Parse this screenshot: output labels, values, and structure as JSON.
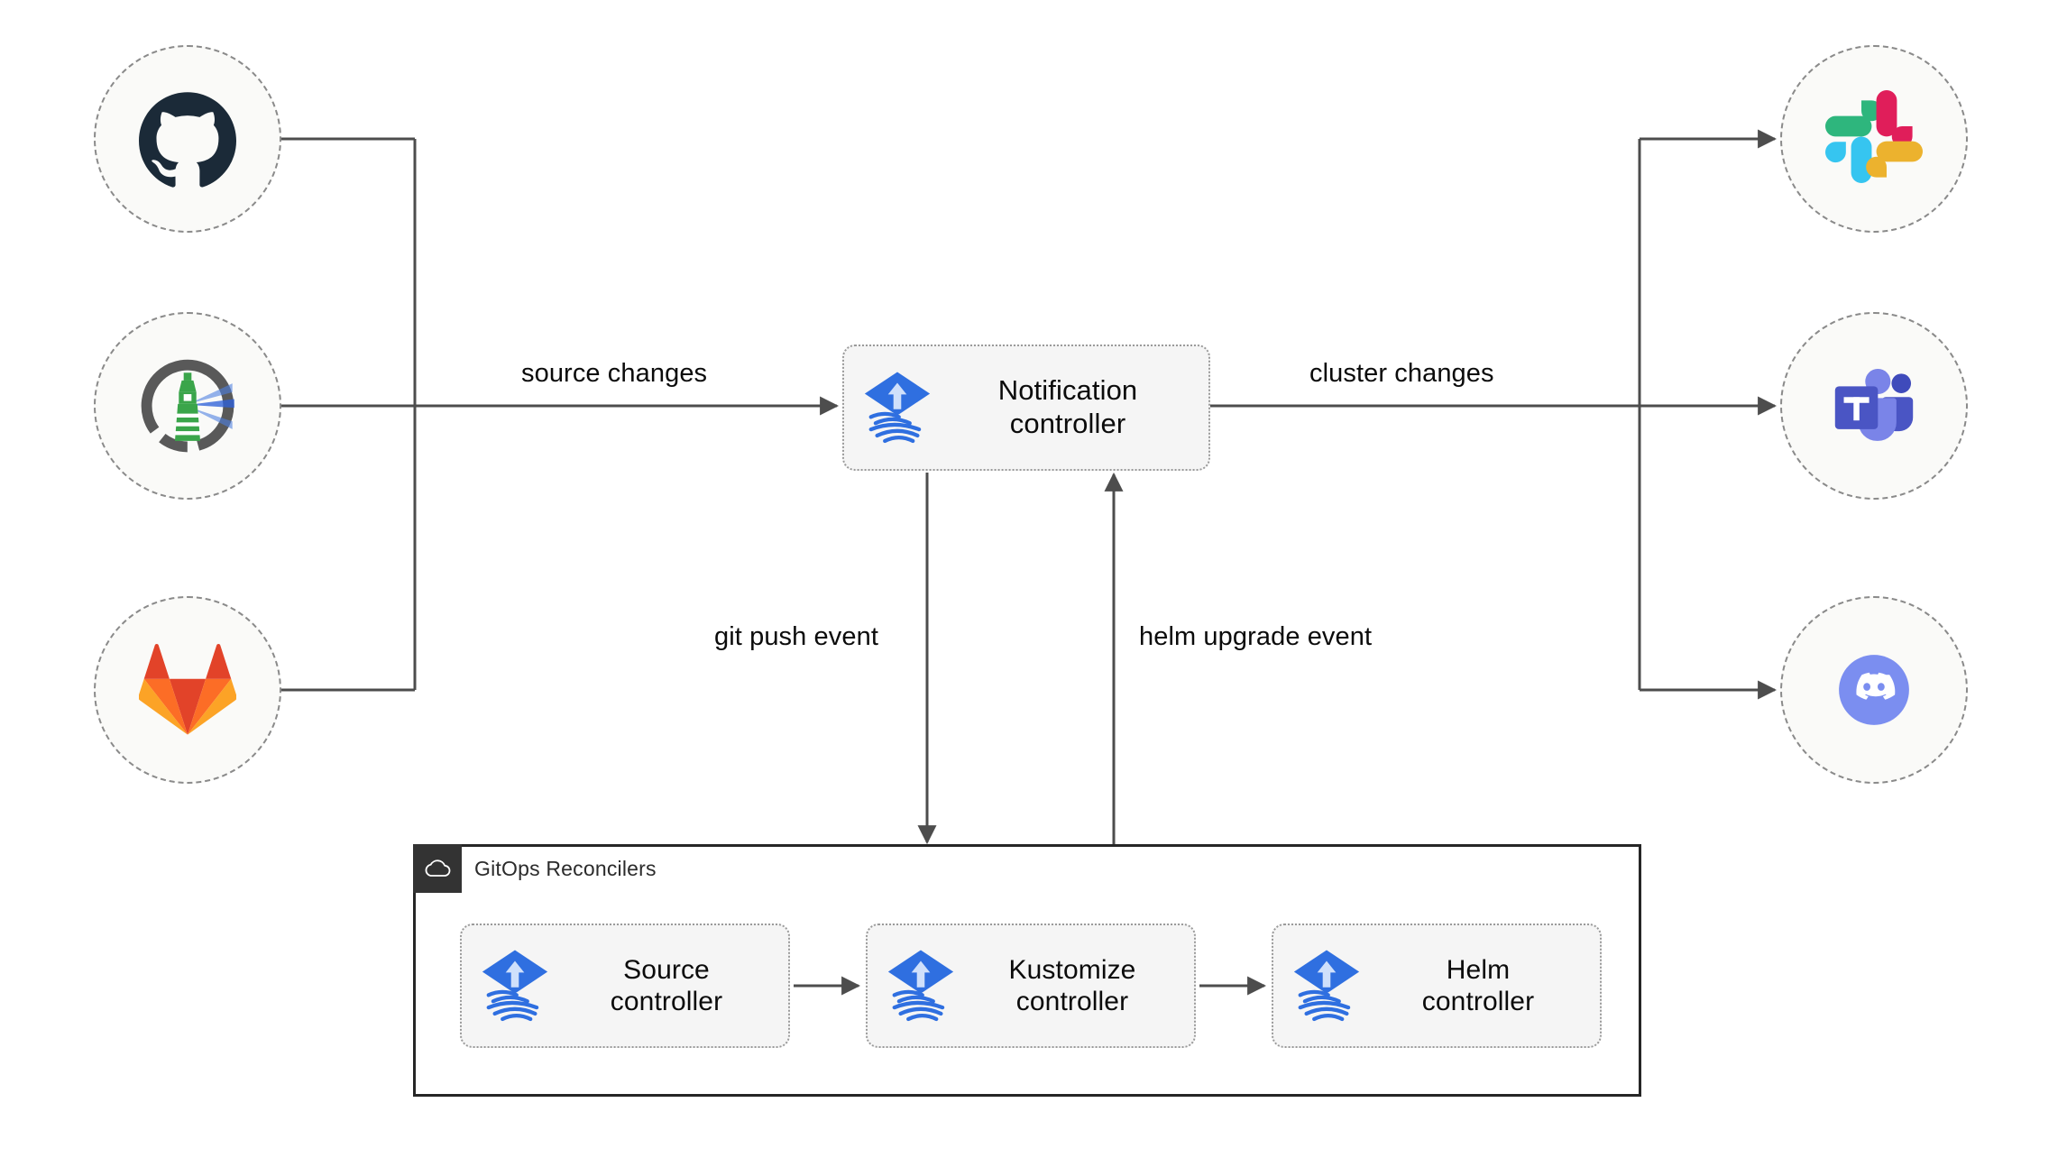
{
  "diagram": {
    "title": "Flux notification controller GitOps event flow",
    "background": "#ffffff",
    "line_color": "#4d4d4d",
    "node_border_color": "#8a8a8a",
    "node_fill": "#fafaf8",
    "card_fill": "#f5f5f5",
    "group_border_color": "#262626",
    "group_tile_color": "#333333"
  },
  "sources": [
    {
      "id": "github",
      "icon": "github-icon",
      "name": "GitHub",
      "color": "#1b2a38"
    },
    {
      "id": "flux-lighthouse",
      "icon": "lighthouse-icon",
      "name": "Lighthouse",
      "color": "#4caf50"
    },
    {
      "id": "gitlab",
      "icon": "gitlab-icon",
      "name": "GitLab",
      "color": "#e24329"
    }
  ],
  "targets": [
    {
      "id": "slack",
      "icon": "slack-icon",
      "name": "Slack",
      "colors": [
        "#36c5f0",
        "#2eb67d",
        "#e01e5a",
        "#ecb22e"
      ]
    },
    {
      "id": "teams",
      "icon": "microsoft-teams-icon",
      "name": "Microsoft Teams",
      "color": "#5059c9"
    },
    {
      "id": "discord",
      "icon": "discord-icon",
      "name": "Discord",
      "color": "#7b8ef0"
    }
  ],
  "notification": {
    "icon": "flux-icon",
    "label": "Notification\ncontroller"
  },
  "gitops_group": {
    "icon": "cloud-icon",
    "title": "GitOps Reconcilers",
    "controllers": [
      {
        "id": "source",
        "icon": "flux-icon",
        "label": "Source\ncontroller"
      },
      {
        "id": "kustomize",
        "icon": "flux-icon",
        "label": "Kustomize\ncontroller"
      },
      {
        "id": "helm",
        "icon": "flux-icon",
        "label": "Helm\ncontroller"
      }
    ]
  },
  "edges": [
    {
      "id": "source-changes",
      "label": "source changes",
      "from": "sources",
      "to": "notification",
      "direction": "right"
    },
    {
      "id": "cluster-changes",
      "label": "cluster changes",
      "from": "notification",
      "to": "targets",
      "direction": "right"
    },
    {
      "id": "git-push",
      "label": "git push event",
      "from": "notification",
      "to": "gitops_group",
      "direction": "down"
    },
    {
      "id": "helm-upgrade",
      "label": "helm upgrade event",
      "from": "gitops_group",
      "to": "notification",
      "direction": "up"
    }
  ]
}
